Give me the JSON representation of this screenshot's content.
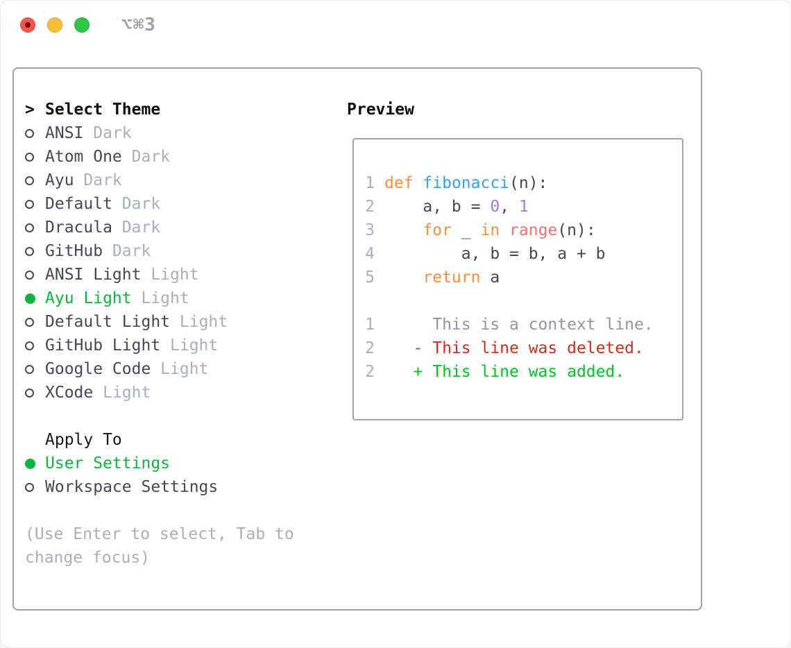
{
  "window": {
    "title_shortcut": "⌥⌘3"
  },
  "traffic_lights": [
    {
      "name": "close",
      "color": "#F4564E"
    },
    {
      "name": "minimize",
      "color": "#F9BD35"
    },
    {
      "name": "zoom",
      "color": "#30C546"
    }
  ],
  "theme_panel": {
    "prompt": ">",
    "header": "Select Theme",
    "items": [
      {
        "name": "ANSI",
        "variant": "Dark",
        "selected": false
      },
      {
        "name": "Atom One",
        "variant": "Dark",
        "selected": false
      },
      {
        "name": "Ayu",
        "variant": "Dark",
        "selected": false
      },
      {
        "name": "Default",
        "variant": "Dark",
        "selected": false
      },
      {
        "name": "Dracula",
        "variant": "Dark",
        "selected": false
      },
      {
        "name": "GitHub",
        "variant": "Dark",
        "selected": false
      },
      {
        "name": "ANSI Light",
        "variant": "Light",
        "selected": false
      },
      {
        "name": "Ayu Light",
        "variant": "Light",
        "selected": true
      },
      {
        "name": "Default Light",
        "variant": "Light",
        "selected": false
      },
      {
        "name": "GitHub Light",
        "variant": "Light",
        "selected": false
      },
      {
        "name": "Google Code",
        "variant": "Light",
        "selected": false
      },
      {
        "name": "XCode",
        "variant": "Light",
        "selected": false
      }
    ],
    "apply_header": "Apply To",
    "apply_options": [
      {
        "label": "User Settings",
        "selected": true
      },
      {
        "label": "Workspace Settings",
        "selected": false
      }
    ],
    "hint": "(Use Enter to select, Tab to change focus)"
  },
  "preview": {
    "header": "Preview",
    "code_lines": [
      {
        "num": "1",
        "tokens": [
          {
            "text": "def ",
            "color": "keyword"
          },
          {
            "text": "fibonacci",
            "color": "function"
          },
          {
            "text": "(n):",
            "color": "fg"
          }
        ]
      },
      {
        "num": "2",
        "tokens": [
          {
            "text": "    a, b = ",
            "color": "fg"
          },
          {
            "text": "0",
            "color": "number"
          },
          {
            "text": ", ",
            "color": "fg"
          },
          {
            "text": "1",
            "color": "number"
          }
        ]
      },
      {
        "num": "3",
        "tokens": [
          {
            "text": "    ",
            "color": "fg"
          },
          {
            "text": "for",
            "color": "keyword"
          },
          {
            "text": " _ ",
            "color": "fg"
          },
          {
            "text": "in",
            "color": "keyword"
          },
          {
            "text": " ",
            "color": "fg"
          },
          {
            "text": "range",
            "color": "call"
          },
          {
            "text": "(n):",
            "color": "fg"
          }
        ]
      },
      {
        "num": "4",
        "tokens": [
          {
            "text": "        a, b = b, a + b",
            "color": "fg"
          }
        ]
      },
      {
        "num": "5",
        "tokens": [
          {
            "text": "    ",
            "color": "fg"
          },
          {
            "text": "return",
            "color": "keyword"
          },
          {
            "text": " a",
            "color": "fg"
          }
        ]
      },
      {
        "num": "",
        "tokens": []
      },
      {
        "num": "1",
        "tokens": [
          {
            "text": "     This is a context line.",
            "color": "context"
          }
        ]
      },
      {
        "num": "2",
        "tokens": [
          {
            "text": "   - This line was deleted.",
            "color": "deleted"
          }
        ]
      },
      {
        "num": "2",
        "tokens": [
          {
            "text": "   + This line was added.",
            "color": "added"
          }
        ]
      }
    ]
  },
  "colors": {
    "keyword": "#FA8D3E",
    "function": "#399EE6",
    "number": "#A37ACC",
    "call": "#F07171",
    "fg": "#424854",
    "context": "#8E96A0",
    "deleted": "#C4321E",
    "added": "#00C325",
    "selection_green": "#0FB43E",
    "muted": "#A7AFBC",
    "line_number": "#A7AFBC",
    "border": "#9AA3AE",
    "header_text": "#0B0D10",
    "title_gray": "#9BA1A8"
  }
}
